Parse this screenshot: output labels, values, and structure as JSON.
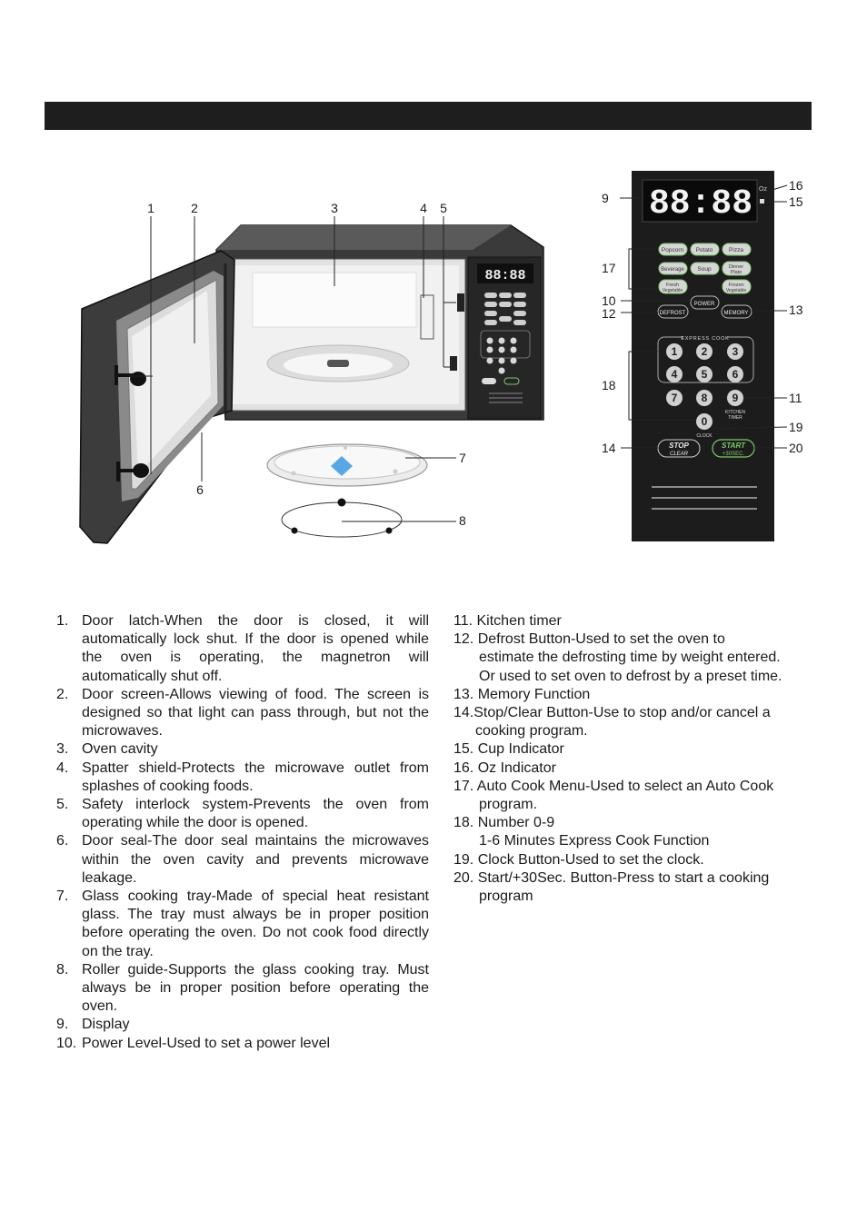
{
  "display_readout": "88:88",
  "oz_indicator": "Oz",
  "callouts": {
    "c1": "1",
    "c2": "2",
    "c3": "3",
    "c4": "4",
    "c5": "5",
    "c6": "6",
    "c7": "7",
    "c8": "8",
    "c9": "9",
    "c10": "10",
    "c11": "11",
    "c12": "12",
    "c13": "13",
    "c14": "14",
    "c15": "15",
    "c16": "16",
    "c17": "17",
    "c18": "18",
    "c19": "19",
    "c20": "20"
  },
  "panel": {
    "row1": [
      "Popcorn",
      "Potato",
      "Pizza"
    ],
    "row2": [
      "Beverage",
      "Soup",
      "Dinner",
      "Plate"
    ],
    "row3": [
      "Fresh",
      "Vegetable",
      "Frozen",
      "Vegetable"
    ],
    "power": "POWER",
    "defrost": "DEFROST",
    "memory": "MEMORY",
    "express_cook": "EXPRESS COOK",
    "digits": [
      "1",
      "2",
      "3",
      "4",
      "5",
      "6",
      "7",
      "8",
      "9",
      "0"
    ],
    "kitchen": "KITCHEN",
    "timer": "TIMER",
    "clock": "CLOCK",
    "stop": "STOP",
    "clear": "CLEAR",
    "start": "START",
    "plus30": "+30SEC."
  },
  "left_items": [
    {
      "num": "1.",
      "text": "Door latch-When the door is closed, it will automatically lock shut. If the door is opened while the oven is operating, the magnetron will automatically shut off."
    },
    {
      "num": "2.",
      "text": "Door screen-Allows viewing of food. The screen is designed so that light can pass through, but not the microwaves."
    },
    {
      "num": "3.",
      "text": "Oven cavity"
    },
    {
      "num": "4.",
      "text": "Spatter shield-Protects the microwave outlet from splashes of cooking foods."
    },
    {
      "num": "5.",
      "text": "Safety interlock system-Prevents the oven from operating while the door is opened."
    },
    {
      "num": "6.",
      "text": "Door seal-The door seal maintains the microwaves within the oven cavity and prevents microwave leakage."
    },
    {
      "num": "7.",
      "text": "Glass cooking tray-Made of special heat resistant glass. The tray must always be in proper position before operating the oven. Do not cook food directly on the tray."
    },
    {
      "num": "8.",
      "text": "Roller guide-Supports the glass cooking tray. Must always be in proper position before operating the oven."
    },
    {
      "num": "9.",
      "text": "Display"
    },
    {
      "num": "10.",
      "text": "Power Level-Used to set a power level"
    }
  ],
  "right_items": {
    "i11": "11. Kitchen timer",
    "i12a": "12. Defrost Button-Used to set the oven to",
    "i12b": "estimate the defrosting time by weight entered.",
    "i12c": "Or used to set oven to defrost by a preset time.",
    "i13": "13. Memory Function",
    "i14a": "14.Stop/Clear Button-Use to stop and/or cancel a",
    "i14b": "cooking program.",
    "i15": "15. Cup Indicator",
    "i16": "16. Oz Indicator",
    "i17a": "17. Auto Cook Menu-Used to select an Auto Cook",
    "i17b": "program.",
    "i18a": "18. Number 0-9",
    "i18b": "1-6 Minutes Express Cook Function",
    "i19": "19. Clock Button-Used to set the clock.",
    "i20a": "20. Start/+30Sec. Button-Press to start a cooking",
    "i20b": "program"
  }
}
